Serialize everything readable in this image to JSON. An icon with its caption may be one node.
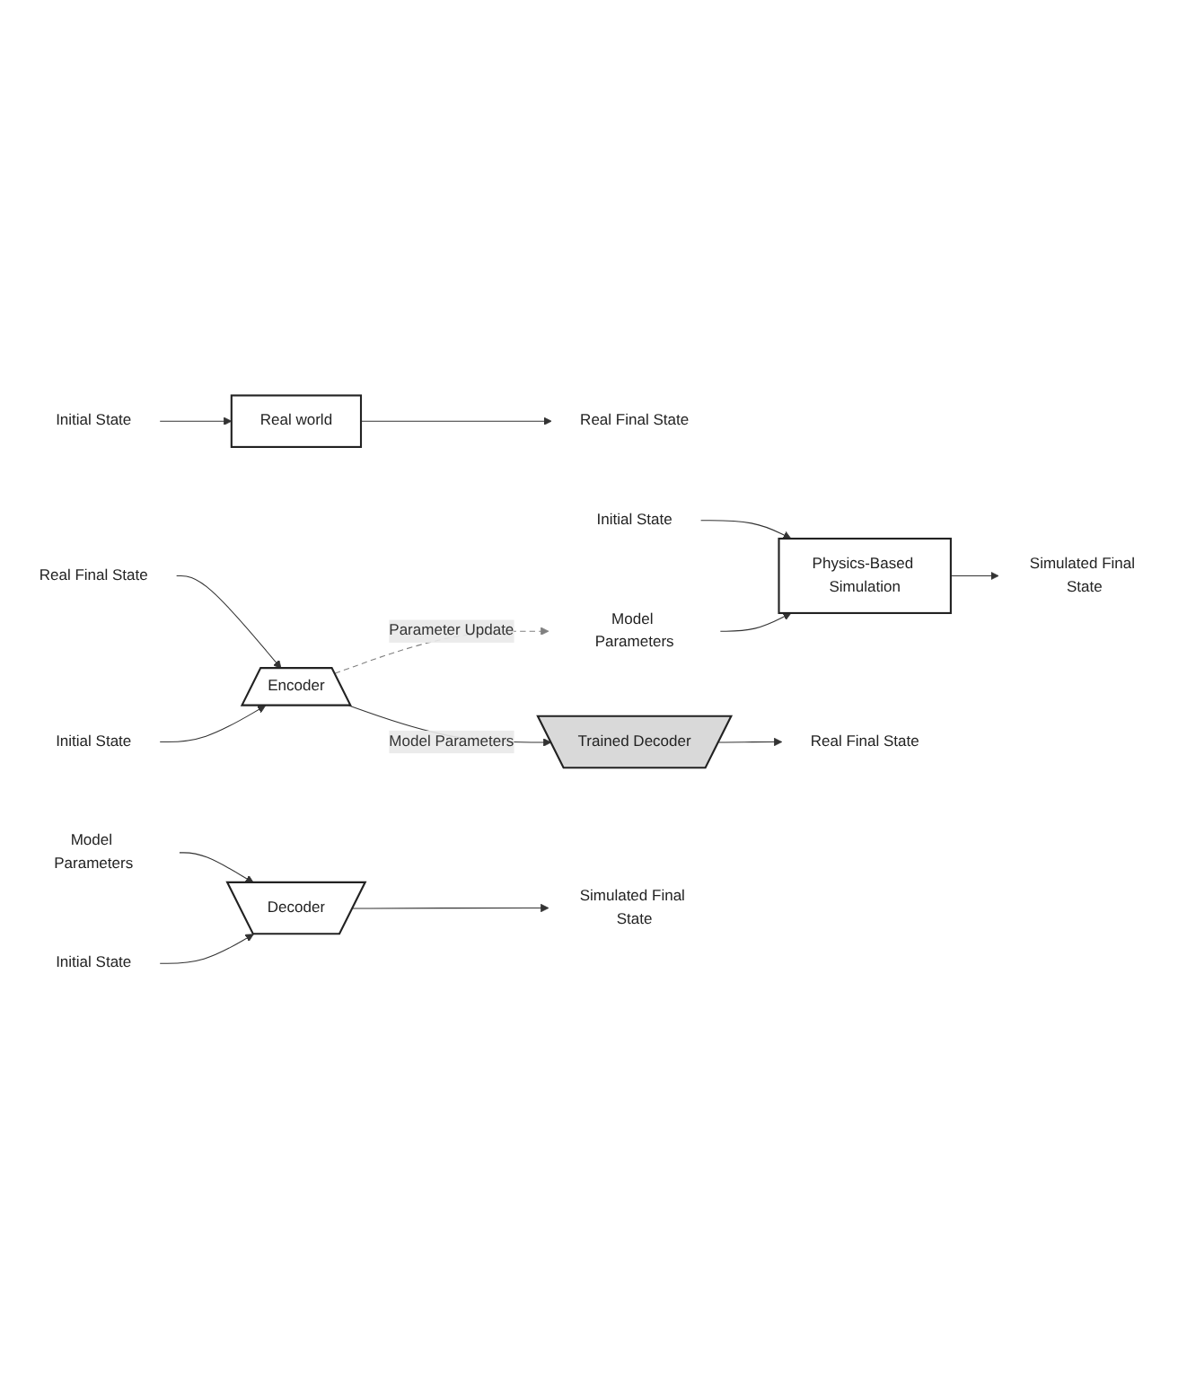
{
  "diagram": {
    "nodes": [
      {
        "text": [
          "Initial State"
        ]
      },
      {
        "text": [
          "Real world"
        ]
      },
      {
        "text": [
          "Real Final State"
        ]
      },
      {
        "text": [
          "Initial State"
        ]
      },
      {
        "text": [
          "Model Parameters"
        ]
      },
      {
        "text": [
          "Physics-Based Simulation"
        ]
      },
      {
        "text": [
          "Simulated Final State"
        ]
      },
      {
        "text": [
          "Initial State"
        ]
      },
      {
        "text": [
          "Model Parameters"
        ]
      },
      {
        "text": [
          "Decoder"
        ]
      },
      {
        "text": [
          "Simulated Final State"
        ]
      },
      {
        "text": [
          "Initial State"
        ]
      },
      {
        "text": [
          "Real Final State"
        ]
      },
      {
        "text": [
          "Encoder"
        ]
      },
      {
        "text": [
          "Trained Decoder"
        ]
      },
      {
        "text": [
          "Real Final State"
        ]
      }
    ],
    "edges": [
      {
        "from": 0,
        "to": 1,
        "arrow": "to"
      },
      {
        "from": 1,
        "to": 2,
        "arrow": "to"
      },
      {
        "from": 3,
        "to": 5,
        "arrow": "to"
      },
      {
        "from": 4,
        "to": 5,
        "arrow": "to"
      },
      {
        "from": 5,
        "to": 6,
        "arrow": "to"
      },
      {
        "from": 7,
        "to": 9,
        "arrow": "to"
      },
      {
        "from": 8,
        "to": 9,
        "arrow": "to"
      },
      {
        "from": 9,
        "to": 10,
        "arrow": "to"
      },
      {
        "from": 11,
        "to": 13,
        "arrow": "to"
      },
      {
        "from": 12,
        "to": 13,
        "arrow": "to"
      },
      {
        "from": 13,
        "to": 14,
        "label": "Model Parameters",
        "arrow": "to"
      },
      {
        "from": 14,
        "to": 15,
        "arrow": "to"
      },
      {
        "from": 13,
        "to": 4,
        "label": "Parameter Update",
        "arrow": "to",
        "style": "dashed",
        "color": "#808080"
      }
    ]
  }
}
